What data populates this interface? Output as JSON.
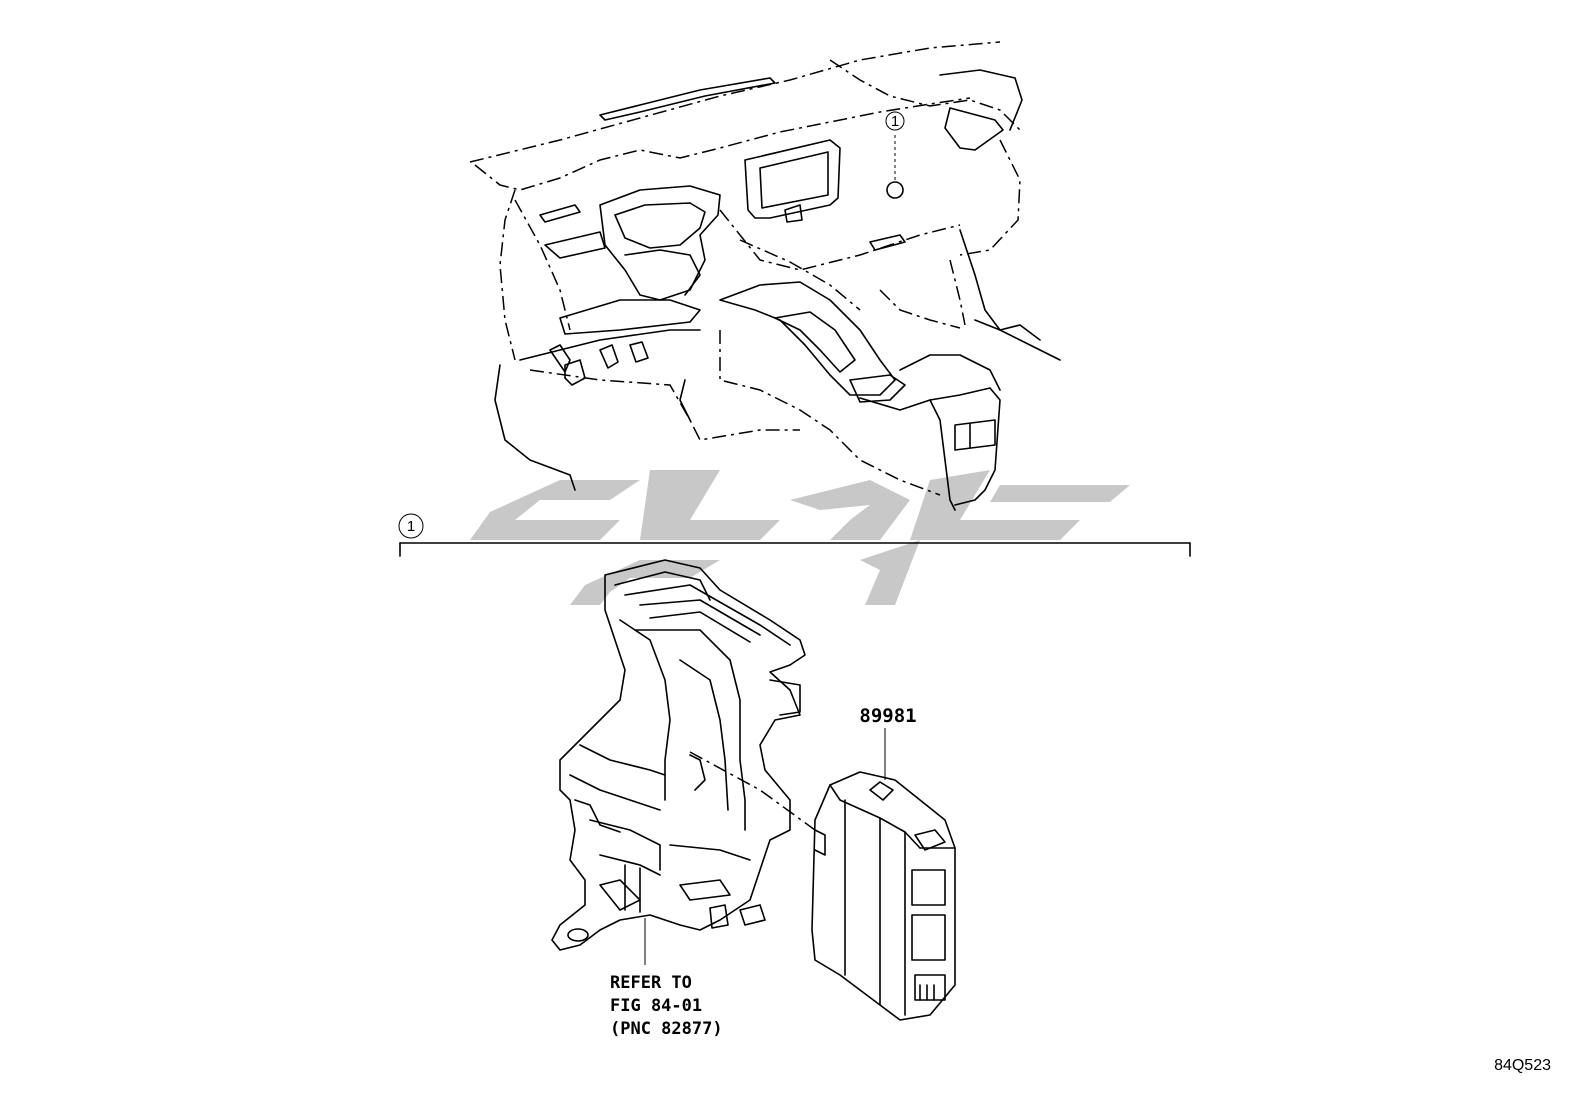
{
  "diagram": {
    "callout_marker": "1",
    "part_number": "89981",
    "reference_note": {
      "line1": "REFER TO",
      "line2": "FIG 84-01",
      "line3": "(PNC 82877)"
    },
    "figure_code": "84Q523"
  }
}
